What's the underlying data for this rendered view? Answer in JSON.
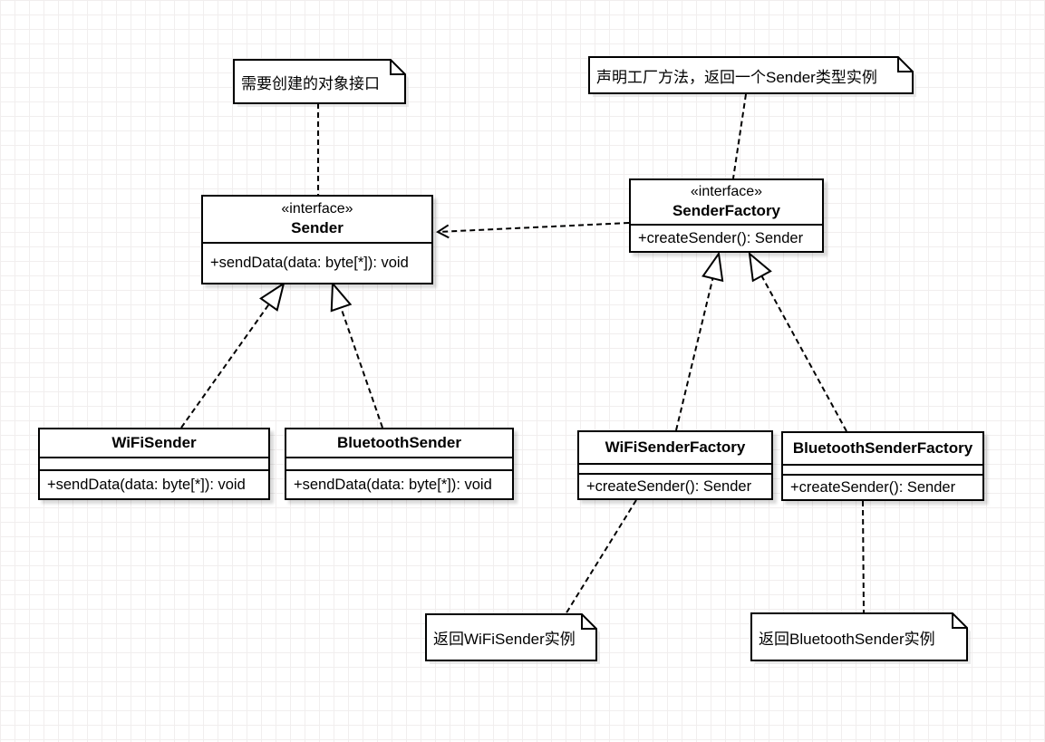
{
  "canvas": {
    "background": "#ffffff",
    "grid_color": "#f1eeee"
  },
  "notes": {
    "interface_note": {
      "text": "需要创建的对象接口"
    },
    "factory_method_note": {
      "text": "声明工厂方法，返回一个Sender类型实例"
    },
    "wifi_note": {
      "text": "返回WiFiSender实例"
    },
    "bluetooth_note": {
      "text": "返回BluetoothSender实例"
    }
  },
  "classes": {
    "sender": {
      "stereotype": "«interface»",
      "name": "Sender",
      "method": "+sendData(data: byte[*]): void"
    },
    "sender_factory": {
      "stereotype": "«interface»",
      "name": "SenderFactory",
      "method": "+createSender(): Sender"
    },
    "wifi_sender": {
      "name": "WiFiSender",
      "method": "+sendData(data: byte[*]): void"
    },
    "bluetooth_sender": {
      "name": "BluetoothSender",
      "method": "+sendData(data: byte[*]): void"
    },
    "wifi_sender_factory": {
      "name": "WiFiSenderFactory",
      "method": "+createSender(): Sender"
    },
    "bluetooth_sender_factory": {
      "name": "BluetoothSenderFactory",
      "method": "+createSender(): Sender"
    }
  },
  "colors": {
    "stroke": "#000000",
    "shape_fill": "#ffffff",
    "shadow": "#d9d9d9"
  }
}
